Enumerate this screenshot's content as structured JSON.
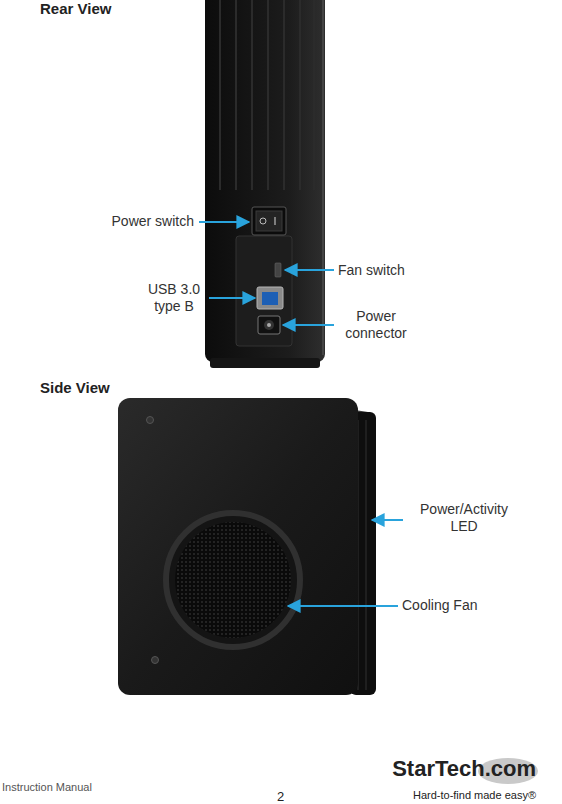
{
  "diagram": {
    "labels": [
      "Rear View",
      "Power switch",
      "Fan switch",
      "USB 3.0 type B",
      "Power connector",
      "Side View",
      "Power/Activity LED",
      "Cooling Fan",
      "Instruction Manual",
      "2",
      "StarTech.com",
      "Hard-to-find made easy®"
    ]
  }
}
